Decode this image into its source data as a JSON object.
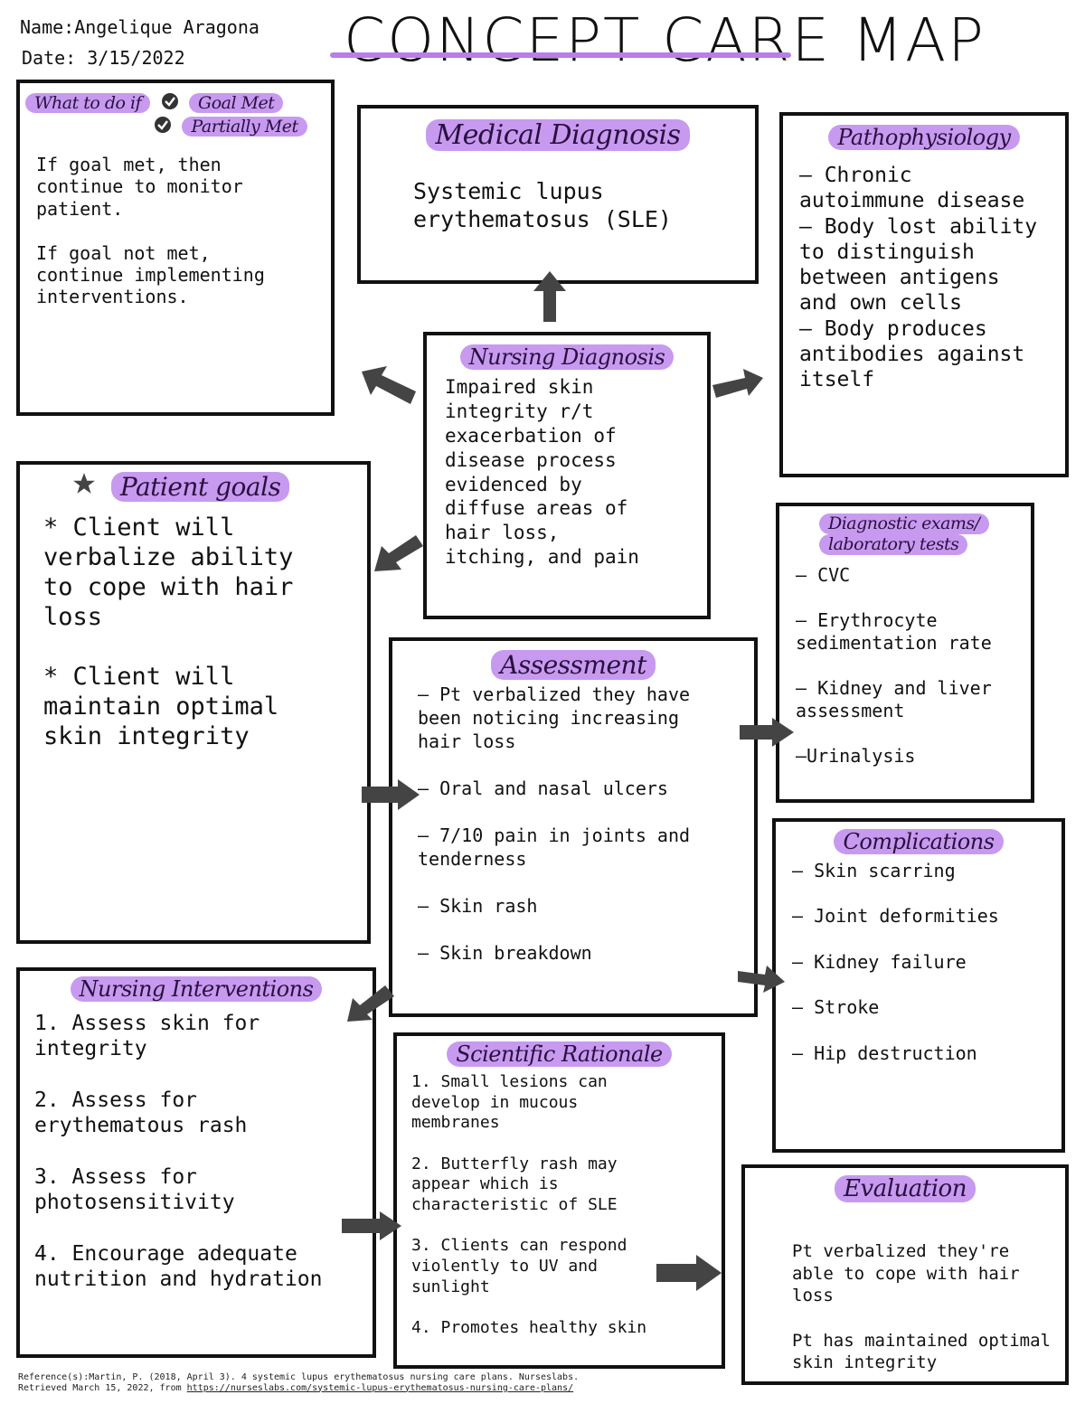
{
  "header": {
    "name_label": "Name:",
    "name_value": "Angelique Aragona",
    "date_label": "Date:",
    "date_value": "3/15/2022",
    "title": "CONCEPT CARE MAP"
  },
  "what_to_do": {
    "heading_1": "What to do if",
    "heading_2": "Goal Met",
    "heading_3": "Partially Met",
    "body": "If goal met, then\ncontinue to monitor\npatient.\n\nIf goal not met,\ncontinue implementing\ninterventions."
  },
  "medical_diagnosis": {
    "heading": "Medical Diagnosis",
    "body": "Systemic lupus\nerythematosus (SLE)"
  },
  "pathophysiology": {
    "heading": "Pathophysiology",
    "body": "– Chronic\nautoimmune disease\n– Body lost ability\nto distinguish\nbetween antigens\nand own cells\n– Body produces\nantibodies against\nitself"
  },
  "nursing_diagnosis": {
    "heading": "Nursing Diagnosis",
    "body": "Impaired skin\nintegrity r/t\nexacerbation of\ndisease process\nevidenced by\ndiffuse areas of\nhair loss,\nitching, and pain"
  },
  "patient_goals": {
    "heading": "Patient goals",
    "body": "* Client will\nverbalize ability\nto cope with hair\nloss\n\n* Client will\nmaintain optimal\nskin integrity"
  },
  "diagnostic_exams": {
    "heading_1": "Diagnostic exams/",
    "heading_2": "laboratory tests",
    "body": "– CVC\n\n– Erythrocyte\nsedimentation rate\n\n– Kidney and liver\nassessment\n\n–Urinalysis"
  },
  "assessment": {
    "heading": "Assessment",
    "body": "– Pt verbalized they have\nbeen noticing increasing\nhair loss\n\n– Oral and nasal ulcers\n\n– 7/10 pain in joints and\ntenderness\n\n– Skin rash\n\n– Skin breakdown"
  },
  "complications": {
    "heading": "Complications",
    "body": "– Skin scarring\n\n– Joint deformities\n\n– Kidney failure\n\n– Stroke\n\n– Hip destruction"
  },
  "nursing_interventions": {
    "heading": "Nursing Interventions",
    "body": "1. Assess skin for\nintegrity\n\n2. Assess for\nerythematous rash\n\n3. Assess for\nphotosensitivity\n\n4. Encourage adequate\nnutrition and hydration"
  },
  "scientific_rationale": {
    "heading": "Scientific Rationale",
    "body": "1. Small lesions can\ndevelop in mucous\nmembranes\n\n2. Butterfly rash may\nappear which is\ncharacteristic of SLE\n\n3. Clients can respond\nviolently to UV and\nsunlight\n\n4. Promotes healthy skin"
  },
  "evaluation": {
    "heading": "Evaluation",
    "body": "Pt verbalized they're\nable to cope with hair\nloss\n\nPt has maintained optimal\nskin integrity"
  },
  "reference": {
    "line_1": "Reference(s):Martin, P. (2018, April 3). 4 systemic lupus erythematosus nursing care plans. Nurseslabs.",
    "line_2": "Retrieved March 15, 2022, from",
    "link": "https://nurseslabs.com/systemic-lupus-erythematosus-nursing-care-plans/"
  },
  "colors": {
    "highlight": "#c79af0",
    "arrow": "#444444",
    "border": "#111111"
  },
  "icons": [
    "check-circle-icon",
    "star-icon",
    "arrow-icon"
  ]
}
